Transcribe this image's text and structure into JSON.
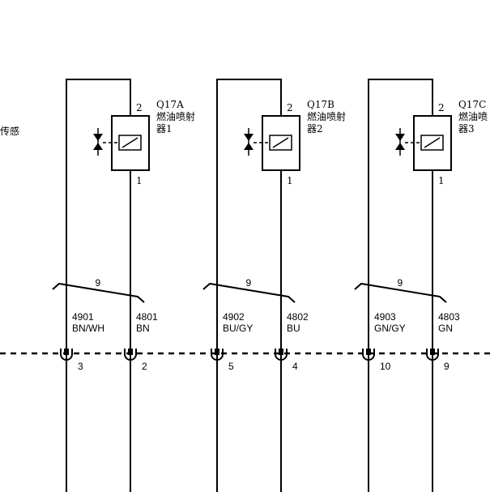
{
  "left_edge_label": "传感",
  "injectors": [
    {
      "id": "Q17A",
      "name_line1": "燃油喷射",
      "name_line2": "器1",
      "pin_top": "2",
      "pin_bottom": "1",
      "bundle_count": "9",
      "left_wire": {
        "circuit": "4901",
        "color": "BN/WH",
        "connector_pin": "3"
      },
      "right_wire": {
        "circuit": "4801",
        "color": "BN",
        "connector_pin": "2"
      }
    },
    {
      "id": "Q17B",
      "name_line1": "燃油喷射",
      "name_line2": "器2",
      "pin_top": "2",
      "pin_bottom": "1",
      "bundle_count": "9",
      "left_wire": {
        "circuit": "4902",
        "color": "BU/GY",
        "connector_pin": "5"
      },
      "right_wire": {
        "circuit": "4802",
        "color": "BU",
        "connector_pin": "4"
      }
    },
    {
      "id": "Q17C",
      "name_line1": "燃油喷",
      "name_line2": "器3",
      "pin_top": "2",
      "pin_bottom": "1",
      "bundle_count": "9",
      "left_wire": {
        "circuit": "4903",
        "color": "GN/GY",
        "connector_pin": "10"
      },
      "right_wire": {
        "circuit": "4803",
        "color": "GN",
        "connector_pin": "9"
      }
    }
  ]
}
